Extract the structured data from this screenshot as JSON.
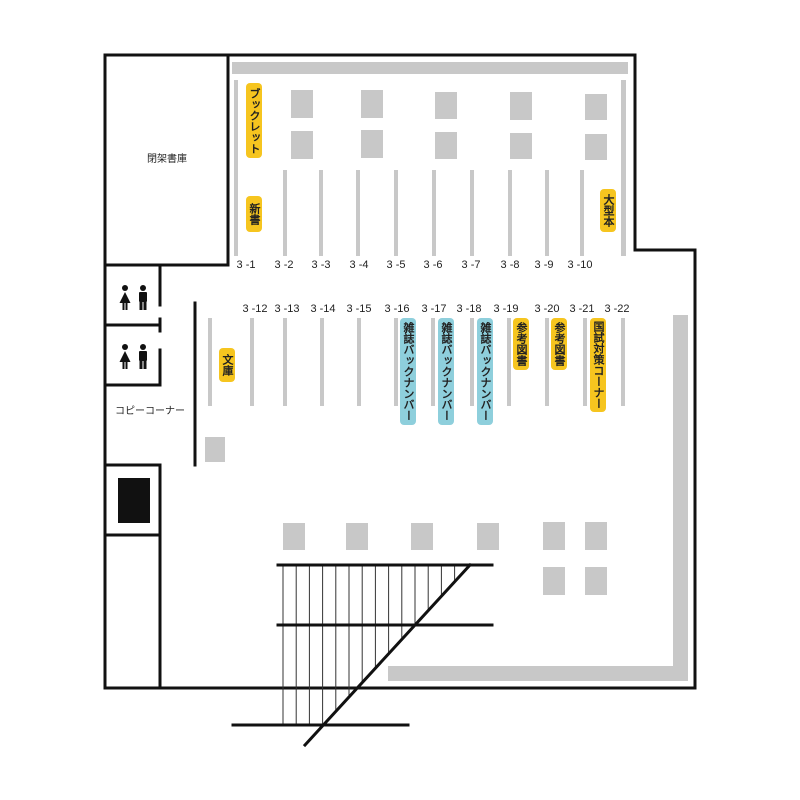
{
  "map": {
    "closed_stacks": "閉架書庫",
    "copy_corner": "コピーコーナー",
    "shelf_numbers_upper": [
      "3 -1",
      "3 -2",
      "3 -3",
      "3 -4",
      "3 -5",
      "3 -6",
      "3 -7",
      "3 -8",
      "3 -9",
      "3 -10"
    ],
    "shelf_numbers_lower": [
      "3 -12",
      "3 -13",
      "3 -14",
      "3 -15",
      "3 -16",
      "3 -17",
      "3 -18",
      "3 -19",
      "3 -20",
      "3 -21",
      "3 -22"
    ],
    "categories": {
      "booklet": "ブックレット",
      "shinsho": "新書",
      "oversize": "大型本",
      "bunko": "文庫",
      "magazine_back_numbers": [
        "雑誌バックナンバー",
        "雑誌バックナンバー",
        "雑誌バックナンバー"
      ],
      "reference": [
        "参考図書",
        "参考図書"
      ],
      "exam_prep": "国試対策コーナー"
    },
    "icons": [
      "restroom-female-icon",
      "restroom-male-icon",
      "elevator-icon",
      "stairs-icon"
    ],
    "colors": {
      "label_yellow": "#f6c51f",
      "label_blue": "#8ecfdc",
      "shelf_gray": "#c8c8c8",
      "wall": "#111111"
    }
  }
}
